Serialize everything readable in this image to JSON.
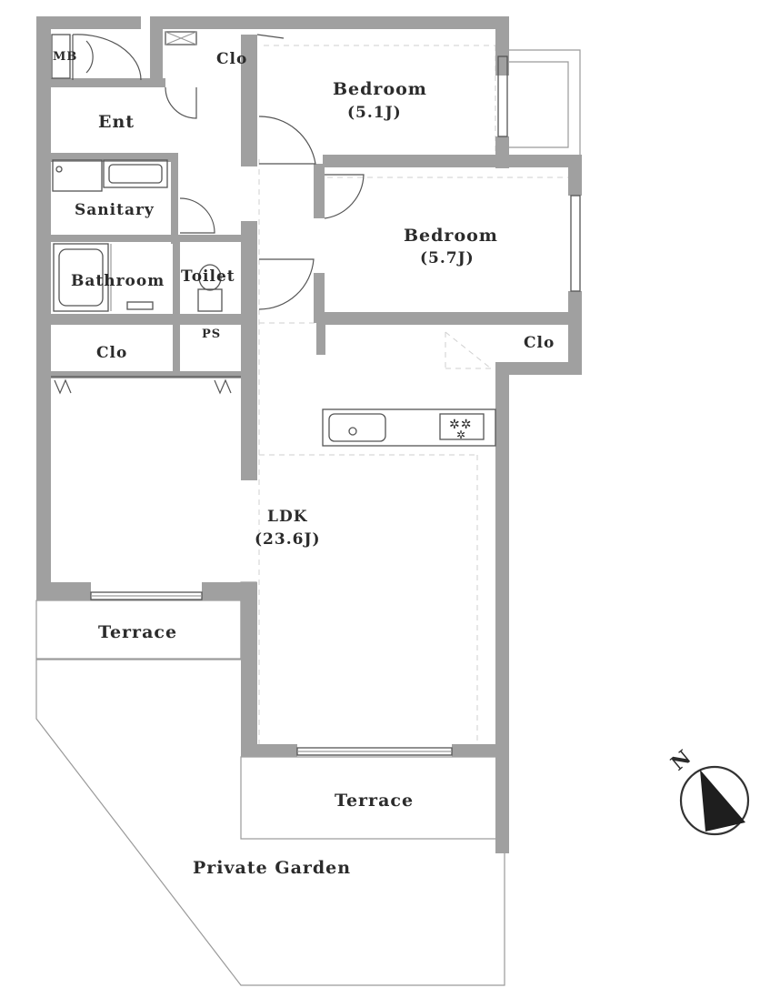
{
  "rooms": {
    "mb": "MB",
    "ent": "Ent",
    "sanitary": "Sanitary",
    "bathroom": "Bathroom",
    "toilet": "Toilet",
    "ps": "PS",
    "clo_west": "Clo",
    "clo_north": "Clo",
    "clo_east": "Clo",
    "bedroom1": "Bedroom",
    "bedroom1_size": "(5.1J)",
    "bedroom2": "Bedroom",
    "bedroom2_size": "(5.7J)",
    "ldk": "LDK",
    "ldk_size": "(23.6J)",
    "terrace_west": "Terrace",
    "terrace_south": "Terrace",
    "garden": "Private Garden"
  },
  "compass": {
    "label": "N",
    "icon": "north-arrow-icon"
  },
  "colors": {
    "wall": "#a0a0a0",
    "line": "#555555",
    "text": "#2b2b2b"
  }
}
